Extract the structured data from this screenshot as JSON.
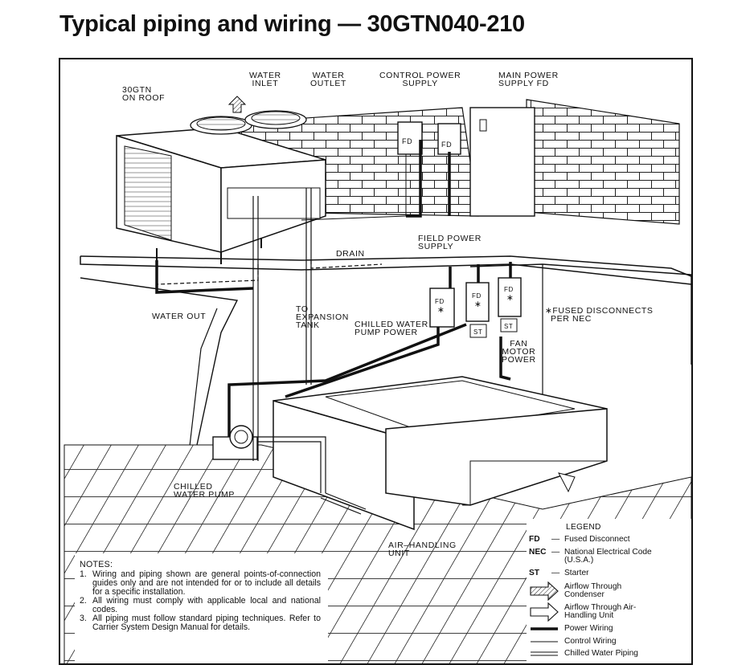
{
  "title": "Typical piping and wiring — 30GTN040-210",
  "labels": {
    "unit_on_roof": "30GTN\nON ROOF",
    "water_inlet": "WATER\nINLET",
    "water_outlet": "WATER\nOUTLET",
    "control_power_supply": "CONTROL POWER\nSUPPLY",
    "main_power_supply": "MAIN POWER\nSUPPLY FD",
    "drain": "DRAIN",
    "field_power_supply": "FIELD POWER\nSUPPLY",
    "water_out": "WATER OUT",
    "to_expansion_tank": "TO\nEXPANSION\nTANK",
    "chilled_water_pump_power": "CHILLED WATER\nPUMP POWER",
    "fused_disconnects_note": "∗FUSED DISCONNECTS\n  PER NEC",
    "fan_motor_power": "FAN\nMOTOR\nPOWER",
    "chilled_water_pump": "CHILLED\nWATER PUMP",
    "air_handling_unit": "AIR–HANDLING\nUNIT",
    "fd_tag": "FD",
    "st_tag": "ST",
    "star": "∗"
  },
  "notes": {
    "heading": "NOTES:",
    "items": [
      {
        "num": "1.",
        "text": "Wiring and piping shown are general points-of-connection guides only and are not intended for or to include all details for a specific installation."
      },
      {
        "num": "2.",
        "text": "All wiring must comply with applicable local and national codes."
      },
      {
        "num": "3.",
        "text": "All piping must follow standard piping techniques. Refer to Carrier System Design Manual for details."
      }
    ]
  },
  "legend": {
    "heading": "LEGEND",
    "abbreviations": [
      {
        "key": "FD",
        "dash": "—",
        "value": "Fused Disconnect"
      },
      {
        "key": "NEC",
        "dash": "—",
        "value": "National Electrical Code (U.S.A.)"
      },
      {
        "key": "ST",
        "dash": "—",
        "value": "Starter"
      }
    ],
    "symbols": [
      {
        "icon": "hatched-arrow",
        "value": "Airflow Through Condenser"
      },
      {
        "icon": "outline-arrow",
        "value": "Airflow Through Air-Handling Unit"
      },
      {
        "icon": "thick-line",
        "value": "Power Wiring"
      },
      {
        "icon": "thin-line",
        "value": "Control Wiring"
      },
      {
        "icon": "double-line",
        "value": "Chilled Water Piping"
      }
    ]
  }
}
